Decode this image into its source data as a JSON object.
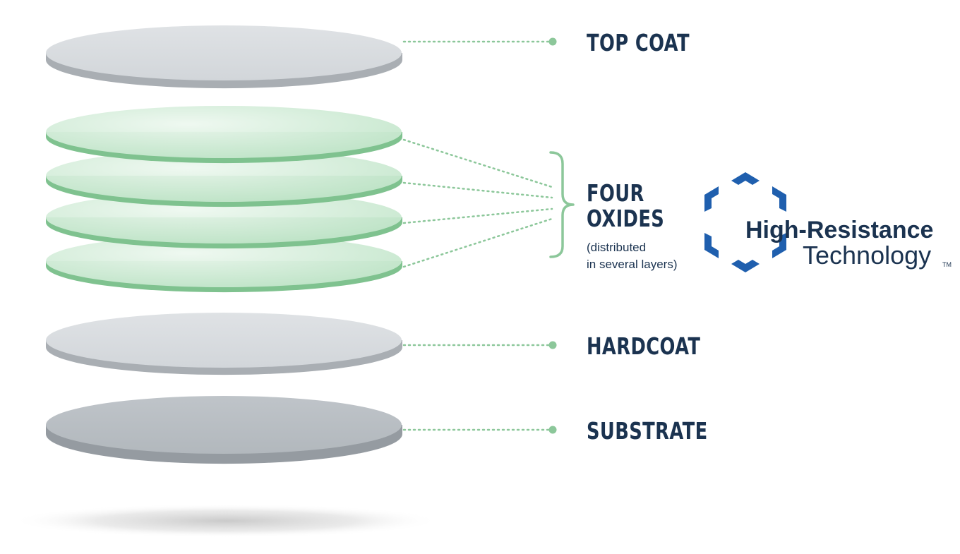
{
  "layers": [
    {
      "id": "top-coat",
      "label": "TOP COAT",
      "kind": "gray"
    },
    {
      "id": "oxide-1",
      "label": "",
      "kind": "green"
    },
    {
      "id": "oxide-2",
      "label": "",
      "kind": "green"
    },
    {
      "id": "oxide-3",
      "label": "",
      "kind": "green"
    },
    {
      "id": "oxide-4",
      "label": "",
      "kind": "green"
    },
    {
      "id": "hardcoat",
      "label": "HARDCOAT",
      "kind": "gray"
    },
    {
      "id": "substrate",
      "label": "SUBSTRATE",
      "kind": "dark"
    }
  ],
  "labels": {
    "top_coat": "TOP COAT",
    "four": "FOUR",
    "oxides": "OXIDES",
    "note_line1": "(distributed",
    "note_line2": "in several layers)",
    "hardcoat": "HARDCOAT",
    "substrate": "SUBSTRATE"
  },
  "logo": {
    "line1": "High-Resistance",
    "line2": "Technology",
    "tm": "TM"
  },
  "colors": {
    "label_text": "#1b3350",
    "connector_green": "#8cc79a",
    "logo_blue": "#1f5fae",
    "gray_top": "#d7dbde",
    "gray_side": "#a9aeb3",
    "dark_top": "#b8bdc2",
    "dark_side": "#959ba1",
    "green_top": "#c8e8cf",
    "green_side": "#7fc28f"
  }
}
